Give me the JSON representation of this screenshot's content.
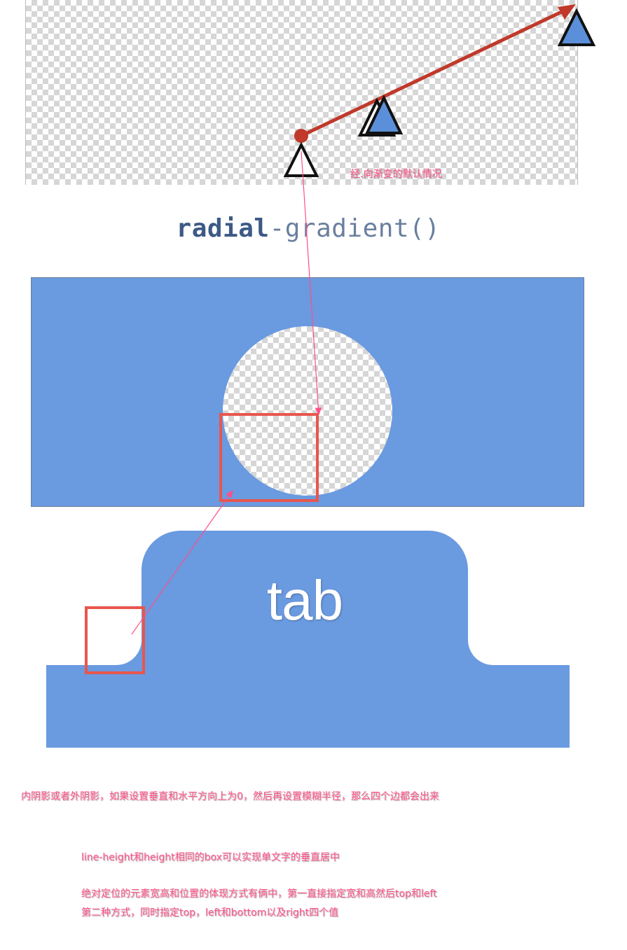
{
  "linear_section": {
    "caption": "经.向渐变的默认情况"
  },
  "function_title": {
    "bold_part": "radial",
    "light_part": "-gradient()"
  },
  "tab_demo": {
    "label": "tab"
  },
  "notes": {
    "shadow": "内阴影或者外阴影，如果设置垂直和水平方向上为0，然后再设置模糊半径，那么四个边都会出来",
    "line_height": "line-height和height相同的box可以实现单文字的垂直居中",
    "absolute_1": "绝对定位的元素宽高和位置的体现方式有俩中，第一直接指定宽和高然后top和left",
    "absolute_2": "第二种方式，同时指定top，left和bottom以及right四个值"
  },
  "colors": {
    "blue_fill": "#6a9ae0",
    "highlight_red": "#e8564d",
    "arrow_red": "#c0392b",
    "annotation_pink": "#ff4f86"
  }
}
